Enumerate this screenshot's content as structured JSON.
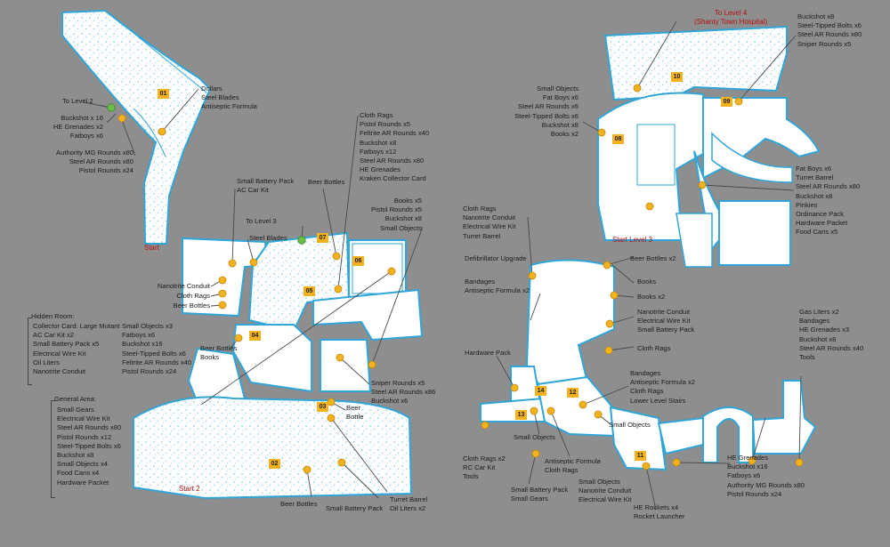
{
  "colors": {
    "background": "#8e8e8e",
    "floor": "#ffffff",
    "outline": "#2fa5d8",
    "marker": "#f3b21e",
    "exit_marker": "#6cc04a",
    "leader": "#4a4a4a",
    "text": "#1c1c1c",
    "start_text": "#b31212"
  },
  "map": {
    "markers": {
      "m01": "01",
      "m02": "02",
      "m03": "03",
      "m04": "04",
      "m05": "05",
      "m06": "06",
      "m07": "07",
      "m08": "08",
      "m09": "09",
      "m10": "10",
      "m11": "11",
      "m12": "12",
      "m13": "13",
      "m14": "14"
    },
    "start": "Start",
    "start2": "Start 2",
    "start_level3": "Start Level 3",
    "to_level4": "To Level 4\n(Shanty Town Hospital)",
    "labels": {
      "to_level2": "To Level 2",
      "buckshot16_group": "Buckshot x 16\nHE Grenades x2\nFatboys x6",
      "authority_group": "Authority MG Rounds x80\nSteel AR Rounds x80\nPistol Rounds x24",
      "dollars_group": "Dollars\nSteel Blades\nAntiseptic Formula",
      "battery_ac": "Small Battery Pack\nAC Car Kit",
      "to_level3": "To Level 3",
      "steel_blades": "Steel Blades",
      "cloth_group": "Cloth Rags\nPistol Rounds x5\nFeltrite AR Rounds x40\nBuckshot x8\nFatboys x12\nSteel AR Rounds x80\nHE Grenades\nKraken Collector Card",
      "beer_bottles_07": "Beer Bottles",
      "books_group": "Books x5\nPistol Rounds x5\nBuckshot x8\nSmall Objects",
      "nanotrite_left": "Nanotrite Conduit",
      "cloth_left": "Cloth Rags",
      "beer_left": "Beer Bottles",
      "beer_books": "Beer Bottles\nBooks",
      "sniper_group": "Sniper Rounds x5\nSteel AR Rounds x86\nBuckshot x6",
      "beer_bottle_03": "Beer\nBottle",
      "beer_bottles_02": "Beer Bottles",
      "battery_bottom": "Small Battery Pack",
      "turret_oil": "Turret Barrel\nOil Liters x2",
      "hidden_title": "Hidden Room:",
      "hidden_col1": "Collector Card: Large Mutant\nAC Car Kit x2\nSmall Battery Pack x5\nElectrical Wire Kit\nOil Liters\nNanotrite Conduit",
      "hidden_col2": "Small Objects x3\nFatboys x6\nBuckshot x16\nSteel-Tipped Bolts x6\nFeltrite AR Rounds x40\nPistol Rounds x24",
      "general_title": "General Area:",
      "general_list": "Small Gears\nElectrical Wire Kit\nSteel AR Rounds x80\nPistol Rounds x12\nSteel-Tipped Bolts x6\nBuckshot x8\nSmall Objects x4\nFood Cans x4\nHardware Packet",
      "tr_ammo": "Buckshot x8\nSteel-Tipped Bolts x6\nSteel AR Rounds x80\nSniper Rounds x5",
      "small_objects_08": "Small Objects\nFat Boys x6\nSteel AR Rounds x6\nSteel-Tipped Bolts x6\nBuckshot x8\nBooks x2",
      "fatboy_group": "Fat Boys x6\nTurret Barrel\nSteel AR Rounds x80\nBuckshot x8\nPinkies\nOrdinance Pack\nHardware Packet\nFood Cans x5",
      "cloth_nano": "Cloth Rags\nNanotrite Conduit\nElectrical Wire Kit\nTurret Barrel",
      "defib": "Defibrillator Upgrade",
      "beer_bottles_x2": "Beer Bottles x2",
      "bandages_af2": "Bandages\nAntiseptic Formula x2",
      "books_single": "Books",
      "books_x2": "Books x2",
      "nano_elec": "Nanotrite Conduit\nElectrical Wire Kit\nSmall Battery Pack",
      "cloth_mid": "Cloth Rags",
      "hardware_pack": "Hardware Pack",
      "bandages_stairs": "Bandages\nAntiseptic Formula x2\nCloth Rags\nLower Level Stairs",
      "small_objects_13": "Small Objects",
      "small_objects_right": "Small Objects",
      "cloth_rc": "Cloth Rags x2\nRC Car Kit\nTools",
      "antiseptic_cloth": "Antiseptic Formula\nCloth Rags",
      "battery_gears": "Small Battery Pack\nSmall Gears",
      "so_nano_elec": "Small Objects\nNanotrite Conduit\nElectrical Wire Kit",
      "he_rockets": "HE Rockets x4\nRocket Launcher",
      "gas_group": "Gas Liters x2\nBandages\nHE Grenades x3\nBuckshot x8\nSteel AR Rounds x40\nTools",
      "he_group": "HE Grenades\nBuckshot x16\nFatboys x6\nAuthority MG Rounds x80\nPistol Rounds x24"
    }
  }
}
